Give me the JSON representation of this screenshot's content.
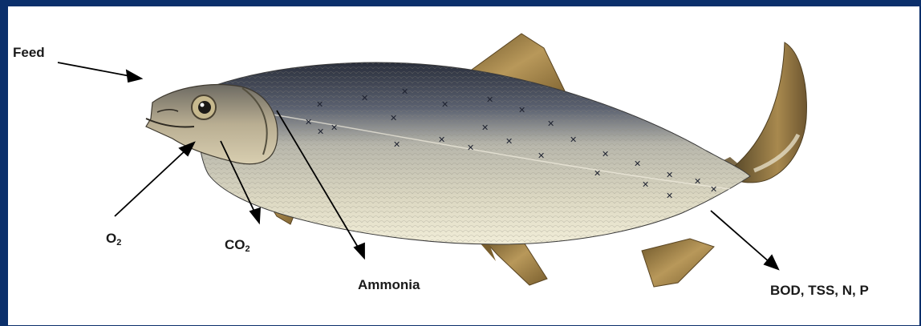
{
  "labels": {
    "feed": "Feed",
    "o2_main": "O",
    "o2_sub": "2",
    "co2_main": "CO",
    "co2_sub": "2",
    "ammonia": "Ammonia",
    "outputs": "BOD, TSS, N, P"
  },
  "colors": {
    "frame_border": "#0b2f6b",
    "arrow": "#000000",
    "fish_back": "#2b3140",
    "fish_belly": "#e8e4cf",
    "fin": "#9a7a3e"
  },
  "icons": [
    "fish-illustration",
    "arrow"
  ]
}
